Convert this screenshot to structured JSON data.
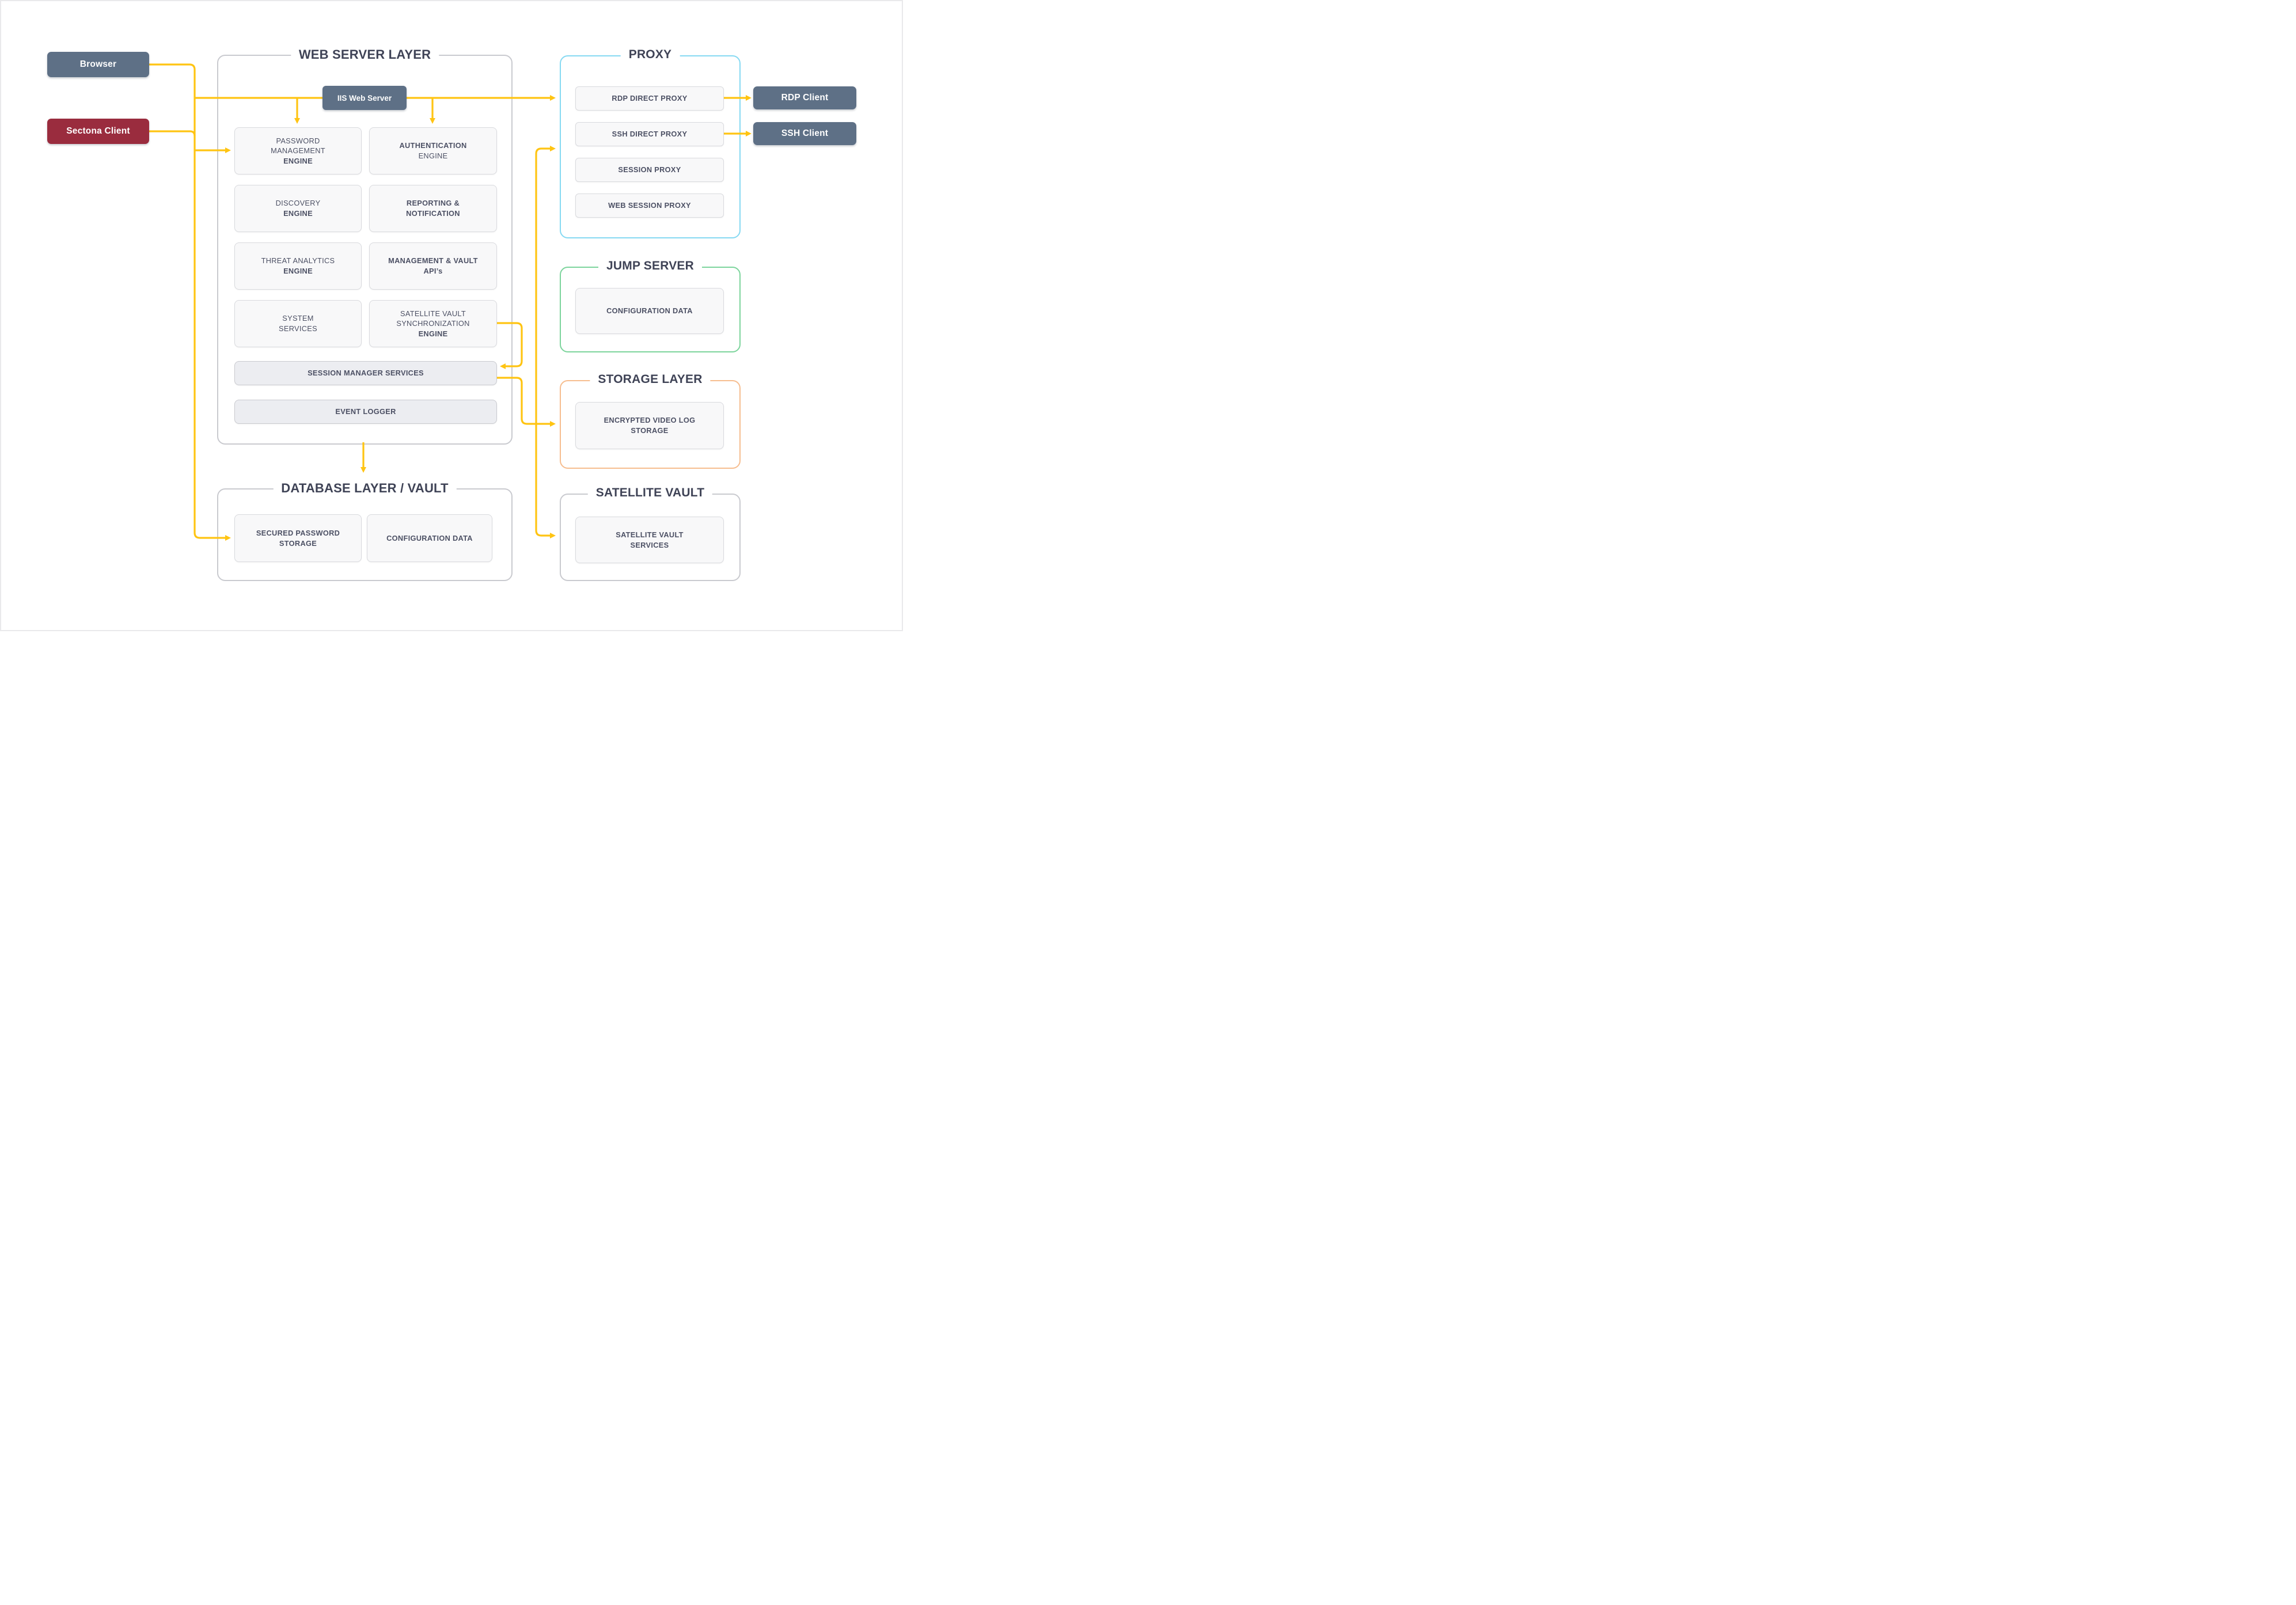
{
  "colors": {
    "connector_yellow": "#ffc412",
    "client_node": "#5e7086",
    "sectona_node": "#9a2c3e",
    "panel_border_grey": "#c9cacf",
    "proxy_border": "#86d9f2",
    "jump_border": "#7cd49c",
    "storage_border": "#f6bd8f",
    "title_text": "#3f4356",
    "node_text": "#4c5064",
    "node_fill": "#f8f8f9",
    "node_fill_grey": "#ecedf1"
  },
  "clients": {
    "browser": "Browser",
    "sectona": "Sectona Client",
    "rdp": "RDP Client",
    "ssh": "SSH Client"
  },
  "web_server_layer": {
    "title": "WEB SERVER LAYER",
    "iis": "IIS Web Server",
    "engines": [
      {
        "line1": "PASSWORD",
        "line2": "MANAGEMENT",
        "line3": "ENGINE"
      },
      {
        "line1": "AUTHENTICATION",
        "line2": "ENGINE"
      },
      {
        "line1": "DISCOVERY",
        "line2": "ENGINE"
      },
      {
        "line1": "REPORTING &",
        "line2": "NOTIFICATION"
      },
      {
        "line1": "THREAT ANALYTICS",
        "line2": "ENGINE"
      },
      {
        "line1": "MANAGEMENT & VAULT",
        "line2": "API’s"
      },
      {
        "line1": "SYSTEM",
        "line2": "SERVICES"
      },
      {
        "line1": "SATELLITE VAULT",
        "line2": "SYNCHRONIZATION",
        "line3": "ENGINE"
      }
    ],
    "session_manager": "SESSION MANAGER SERVICES",
    "event_logger": "EVENT LOGGER"
  },
  "proxy": {
    "title": "PROXY",
    "items": [
      "RDP DIRECT PROXY",
      "SSH DIRECT PROXY",
      "SESSION PROXY",
      "WEB SESSION PROXY"
    ]
  },
  "jump_server": {
    "title": "JUMP SERVER",
    "configuration_data": "CONFIGURATION DATA"
  },
  "storage_layer": {
    "title": "STORAGE LAYER",
    "box": {
      "line1": "ENCRYPTED VIDEO LOG",
      "line2": "STORAGE"
    }
  },
  "satellite_vault": {
    "title": "SATELLITE VAULT",
    "box": {
      "line1": "SATELLITE VAULT",
      "line2": "SERVICES"
    }
  },
  "database_layer": {
    "title": "DATABASE LAYER / VAULT",
    "secured_password_storage": {
      "line1": "SECURED PASSWORD",
      "line2": "STORAGE"
    },
    "configuration_data": "CONFIGURATION DATA"
  }
}
